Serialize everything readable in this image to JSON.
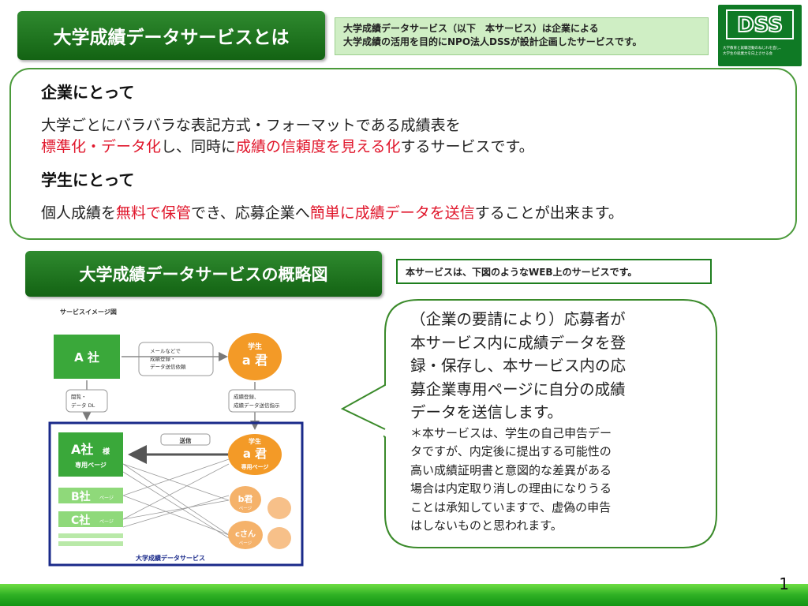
{
  "header1": {
    "title": "大学成績データサービスとは"
  },
  "intro_note": {
    "line1": "大学成績データサービス（以下　本サービス）は企業による",
    "line2": "大学成績の活用を目的にNPO法人DSSが設計企画したサービスです。"
  },
  "logo": {
    "mark": "DSS",
    "tagline1": "大学教育と就職活動のねじれを直し、",
    "tagline2": "大学生の就業力を向上させる会"
  },
  "for_company": {
    "heading": "企業にとって",
    "line1": "大学ごとにバラバラな表記方式・フォーマットである成績表を",
    "line2_red1": "標準化・データ化",
    "line2_mid": "し、同時に",
    "line2_red2": "成績の信頼度を見える化",
    "line2_end": "するサービスです。"
  },
  "for_student": {
    "heading": "学生にとって",
    "pre": "個人成績を",
    "red1": "無料で保管",
    "mid": "でき、応募企業へ",
    "red2": "簡単に成績データを送信",
    "end": "することが出来ます。"
  },
  "header2": {
    "title": "大学成績データサービスの概略図"
  },
  "web_note": "本サービスは、下図のようなWEB上のサービスです。",
  "diagram": {
    "caption": "サービスイメージ図",
    "company_a": "A 社",
    "request_l1": "メールなどで",
    "request_l2": "成績登録・",
    "request_l3": "データ送信依頼",
    "student_top": "学生",
    "student_name": "a 君",
    "view_l1": "閲覧・",
    "view_l2": "データ DL",
    "reg_l1": "成績登録、",
    "reg_l2": "成績データ送信指示",
    "send": "送信",
    "a_page_main": "A社",
    "a_page_sama": "様",
    "a_page_sub": "専用ページ",
    "student_page_top": "学生",
    "student_page_name": "a 君",
    "student_page_sub": "専用ページ",
    "b_company": "B社",
    "b_page": "ページ",
    "c_company": "C社",
    "c_page": "ページ",
    "b_student": "b君",
    "b_student_page": "ページ",
    "c_student": "cさん",
    "c_student_page": "ページ",
    "service_label": "大学成績データサービス"
  },
  "callout": {
    "big_line1": "（企業の要請により）応募者が",
    "big_line2": "本サービス内に成績データを登",
    "big_line3": "録・保存し、本サービス内の応",
    "big_line4": "募企業専用ページに自分の成績",
    "big_line5": "データを送信します。",
    "small_line1": "＊本サービスは、学生の自己申告デー",
    "small_line2": "タですが、内定後に提出する可能性の",
    "small_line3": "高い成績証明書と意図的な差異がある",
    "small_line4": "場合は内定取り消しの理由になりうる",
    "small_line5": "ことは承知していますで、虚偽の申告",
    "small_line6": "はしないものと思われます。"
  },
  "page_number": "1",
  "colors": {
    "accent_green": "#1e7e1e",
    "highlight_red": "#e0162b",
    "orange": "#f39a27",
    "navy": "#1a2a8a"
  }
}
